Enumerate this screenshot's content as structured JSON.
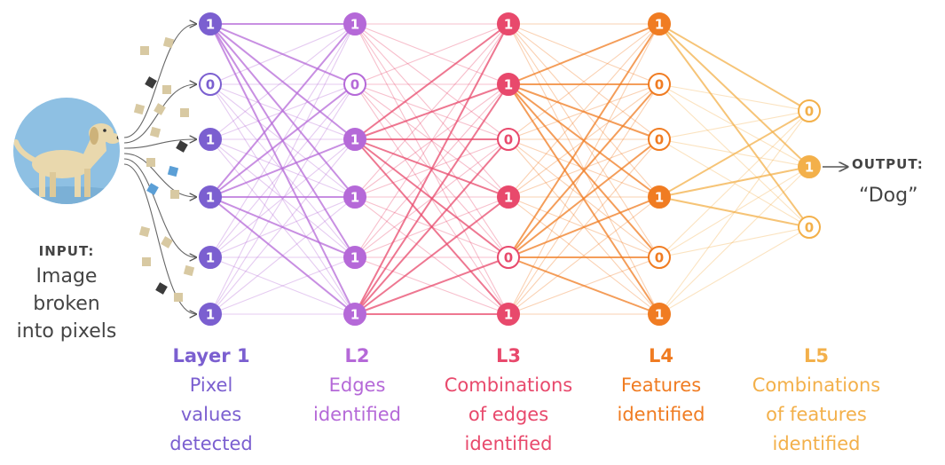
{
  "input": {
    "label": "INPUT:",
    "description_lines": [
      "Image",
      "broken",
      "into pixels"
    ]
  },
  "output": {
    "label": "OUTPUT:",
    "value": "“Dog”"
  },
  "layers": [
    {
      "title": "Layer 1",
      "description_lines": [
        "Pixel",
        "values",
        "detected"
      ],
      "color": "#7b5fd0",
      "nodes": [
        "1",
        "0",
        "1",
        "1",
        "1",
        "1"
      ]
    },
    {
      "title": "L2",
      "description_lines": [
        "Edges",
        "identified"
      ],
      "color": "#b569d8",
      "nodes": [
        "1",
        "0",
        "1",
        "1",
        "1",
        "1"
      ]
    },
    {
      "title": "L3",
      "description_lines": [
        "Combinations",
        "of edges",
        "identified"
      ],
      "color": "#e8496c",
      "nodes": [
        "1",
        "1",
        "0",
        "1",
        "0",
        "1"
      ]
    },
    {
      "title": "L4",
      "description_lines": [
        "Features",
        "identified"
      ],
      "color": "#f07c22",
      "nodes": [
        "1",
        "0",
        "0",
        "1",
        "0",
        "1"
      ]
    },
    {
      "title": "L5",
      "description_lines": [
        "Combinations",
        "of features",
        "identified"
      ],
      "color": "#f3b04a",
      "nodes": [
        "0",
        "1",
        "0"
      ]
    }
  ],
  "icons": {
    "input_image": "dog-photo-icon",
    "pixels": "pixel-square-icon"
  },
  "pixel_colors": [
    "#d8c9a2",
    "#3b3b3b",
    "#5b9fd6"
  ]
}
